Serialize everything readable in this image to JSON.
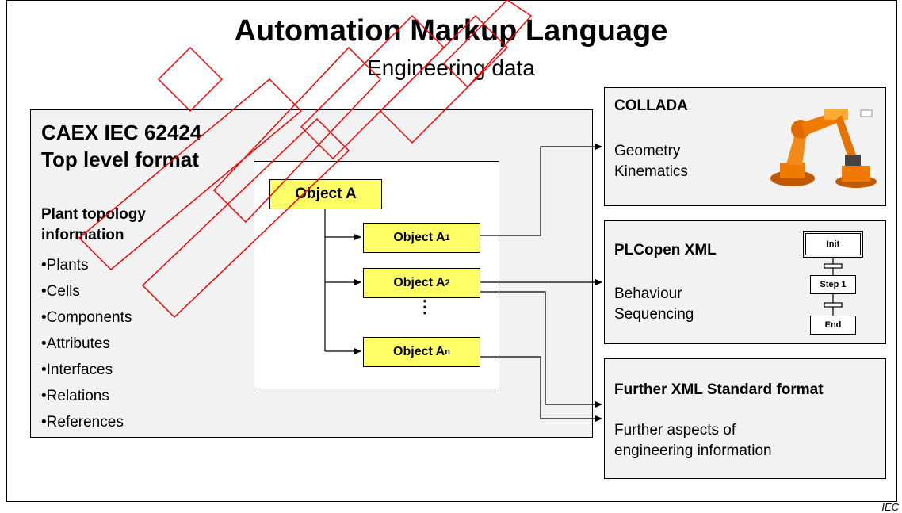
{
  "title": "Automation Markup Language",
  "subtitle": "Engineering data",
  "caex": {
    "title_line1": "CAEX IEC 62424",
    "title_line2": "Top level format",
    "plant_line1": "Plant topology",
    "plant_line2": "information",
    "bullets": [
      "•Plants",
      "•Cells",
      "•Components",
      "•Attributes",
      "•Interfaces",
      "•Relations",
      "•References"
    ]
  },
  "objects": {
    "main": "Object A",
    "sub_prefix": "Object A",
    "sub1": "1",
    "sub2": "2",
    "subn": "n",
    "ellipsis": "⋮"
  },
  "collada": {
    "title": "COLLADA",
    "line1": "Geometry",
    "line2": "Kinematics",
    "image": "orange-robot-arm"
  },
  "plcopen": {
    "title": "PLCopen XML",
    "line1": "Behaviour",
    "line2": "Sequencing",
    "sfc": [
      "Init",
      "Step 1",
      "End"
    ]
  },
  "further": {
    "title": "Further XML Standard format",
    "line1": "Further aspects of",
    "line2": "engineering information"
  },
  "credit": "IEC",
  "colors": {
    "object_fill": "#ffff66",
    "panel_fill": "#f2f2f2",
    "robot_orange": "#f07a00",
    "watermark": "#ff0000"
  }
}
